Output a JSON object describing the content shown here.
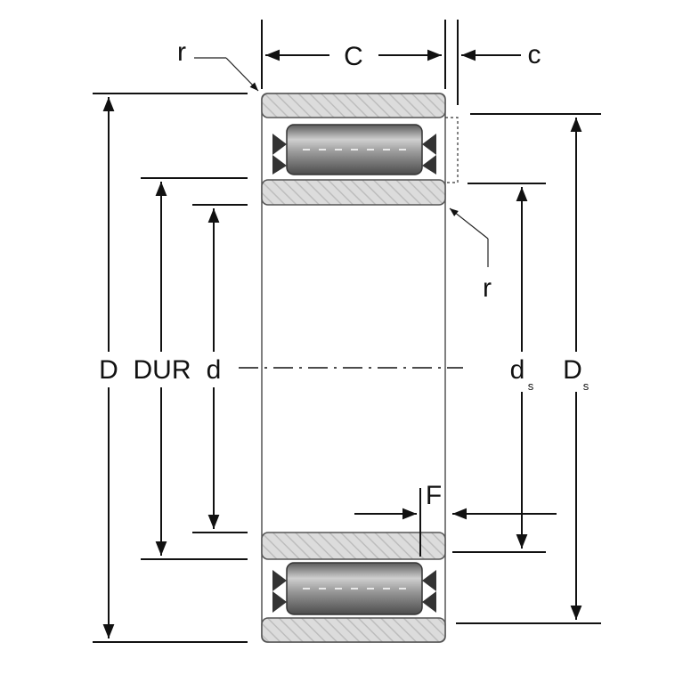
{
  "labels": {
    "C": "C",
    "c": "c",
    "r_top": "r",
    "r_right": "r",
    "D": "D",
    "DUR": "DUR",
    "d": "d",
    "ds_main": "d",
    "ds_sub": "s",
    "Ds_main": "D",
    "Ds_sub": "s",
    "F": "F"
  },
  "colors": {
    "line": "#111111",
    "ring_fill": "#d9d9d9",
    "hatch": "#bcbcbc",
    "roller_dark": "#6f6f6f",
    "roller_light": "#c8c8c8"
  }
}
